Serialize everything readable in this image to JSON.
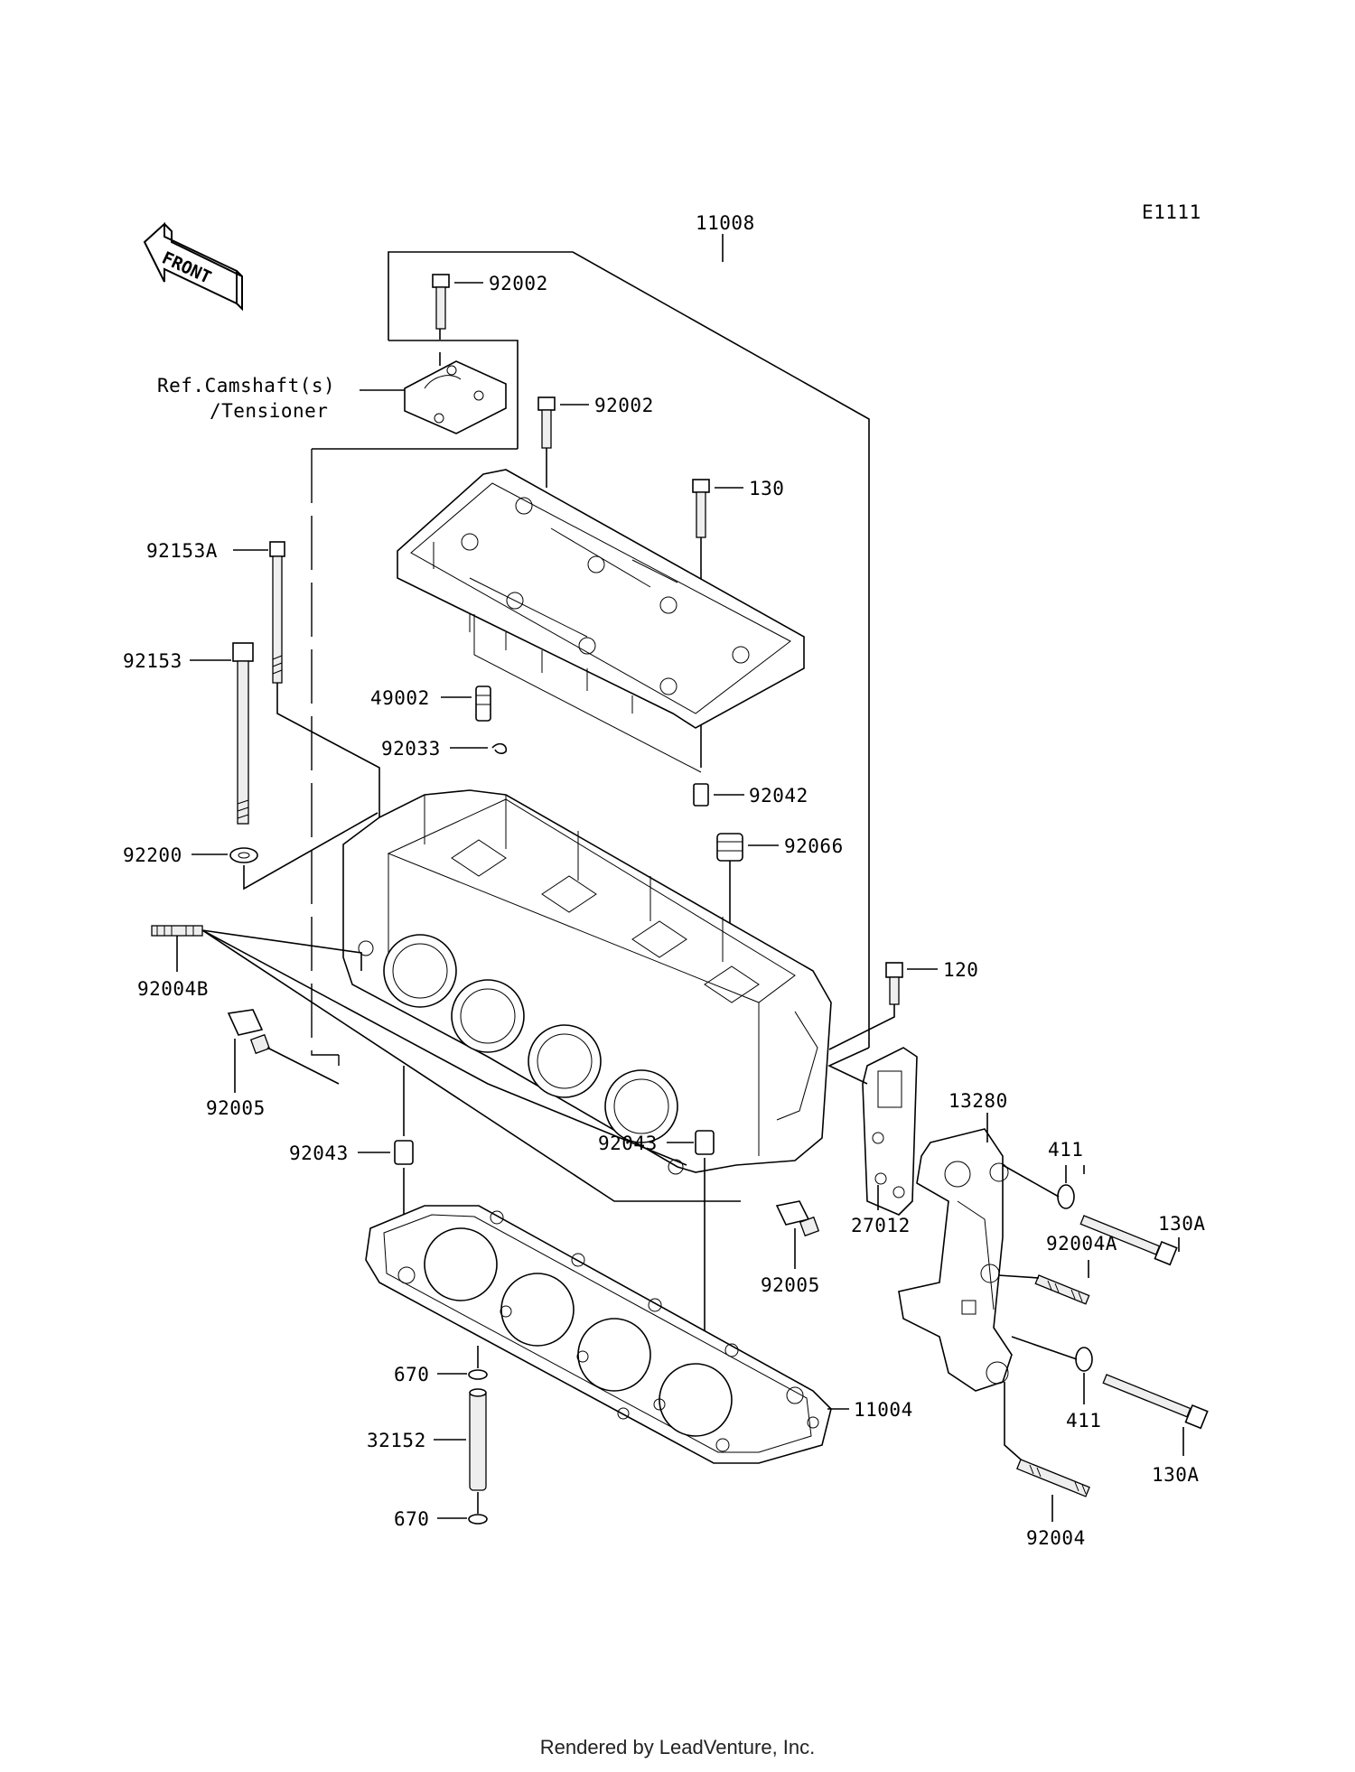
{
  "diagram_code": "E1111",
  "front_arrow_label": "FRONT",
  "reference_note": [
    "Ref.Camshaft(s)",
    "/Tensioner"
  ],
  "parts": {
    "p11008": "11008",
    "p92002_top": "92002",
    "p92002_mid": "92002",
    "p130": "130",
    "p92153A": "92153A",
    "p92153": "92153",
    "p49002": "49002",
    "p92033": "92033",
    "p92042": "92042",
    "p92066": "92066",
    "p92200": "92200",
    "p92004B": "92004B",
    "p120": "120",
    "p92005_left": "92005",
    "p13280": "13280",
    "p411_top": "411",
    "p130A_top": "130A",
    "p92043_left": "92043",
    "p27012": "27012",
    "p92004A": "92004A",
    "p92043_mid": "92043",
    "p92005_mid": "92005",
    "p670_top": "670",
    "p11004": "11004",
    "p32152": "32152",
    "p411_bottom": "411",
    "p130A_bottom": "130A",
    "p670_bottom": "670",
    "p92004": "92004"
  },
  "footer_text": "Rendered by LeadVenture, Inc."
}
